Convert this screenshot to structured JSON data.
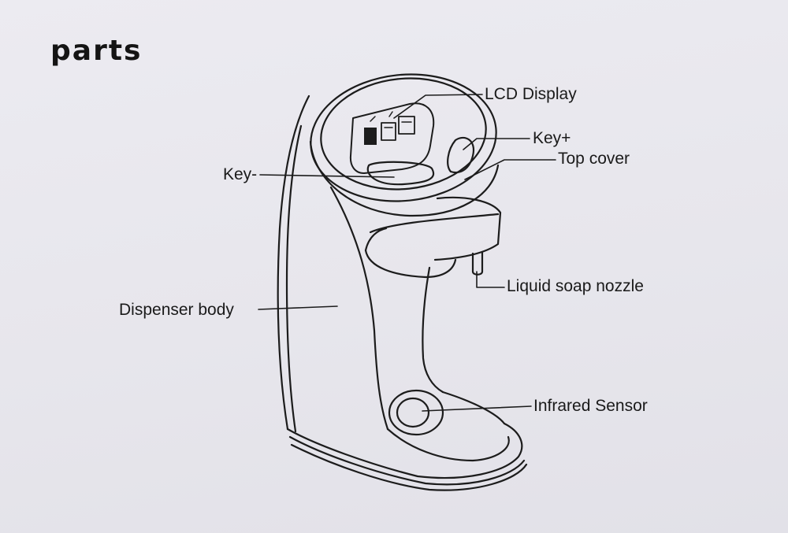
{
  "title": "parts",
  "labels": {
    "lcd_display": "LCD Display",
    "key_plus": "Key+",
    "top_cover": "Top cover",
    "key_minus": "Key-",
    "liquid_soap_nozzle": "Liquid soap nozzle",
    "dispenser_body": "Dispenser body",
    "infrared_sensor": "Infrared Sensor"
  },
  "colors": {
    "paper": "#e9e8ee",
    "ink": "#1a1a1a"
  }
}
